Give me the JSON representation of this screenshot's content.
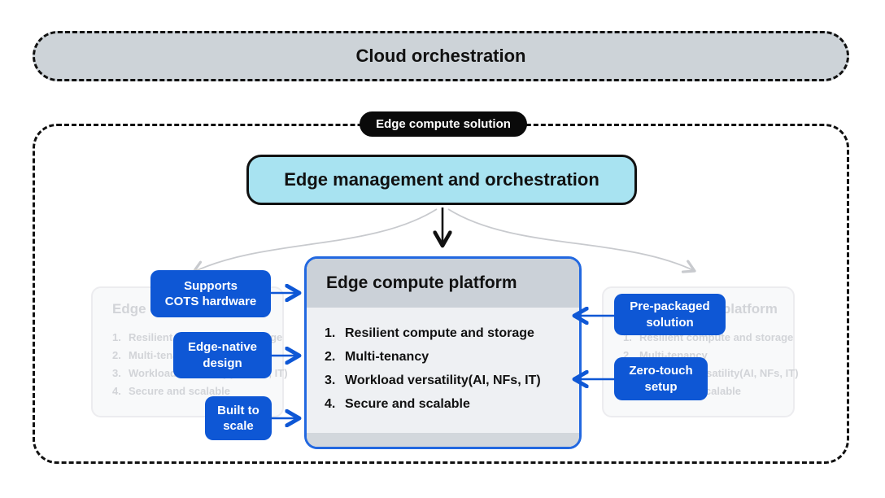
{
  "cloud": {
    "label": "Cloud orchestration"
  },
  "solution": {
    "label": "Edge compute solution"
  },
  "management": {
    "label": "Edge management and orchestration"
  },
  "platform": {
    "title": "Edge compute platform",
    "items": [
      {
        "num": "1.",
        "text": "Resilient compute and storage"
      },
      {
        "num": "2.",
        "text": "Multi-tenancy"
      },
      {
        "num": "3.",
        "text": "Workload versatility(AI, NFs, IT)"
      },
      {
        "num": "4.",
        "text": "Secure and scalable"
      }
    ]
  },
  "callouts": {
    "left": [
      {
        "lines": [
          "Supports",
          "COTS hardware"
        ]
      },
      {
        "lines": [
          "Edge-native",
          "design"
        ]
      },
      {
        "lines": [
          "Built to",
          "scale"
        ]
      }
    ],
    "right": [
      {
        "lines": [
          "Pre-packaged",
          "solution"
        ]
      },
      {
        "lines": [
          "Zero-touch",
          "setup"
        ]
      }
    ]
  },
  "colors": {
    "accent_blue": "#0e57d5",
    "platform_border_blue": "#2268e0",
    "management_cyan": "#a8e3f1",
    "header_gray": "#cbd1d8",
    "panel_gray": "#eef0f3",
    "cloud_pill_gray": "#cdd3d8",
    "ghost_text_gray": "#d2d4d8",
    "connector_gray": "#c8cace",
    "pill_black": "#0a0a0a"
  }
}
